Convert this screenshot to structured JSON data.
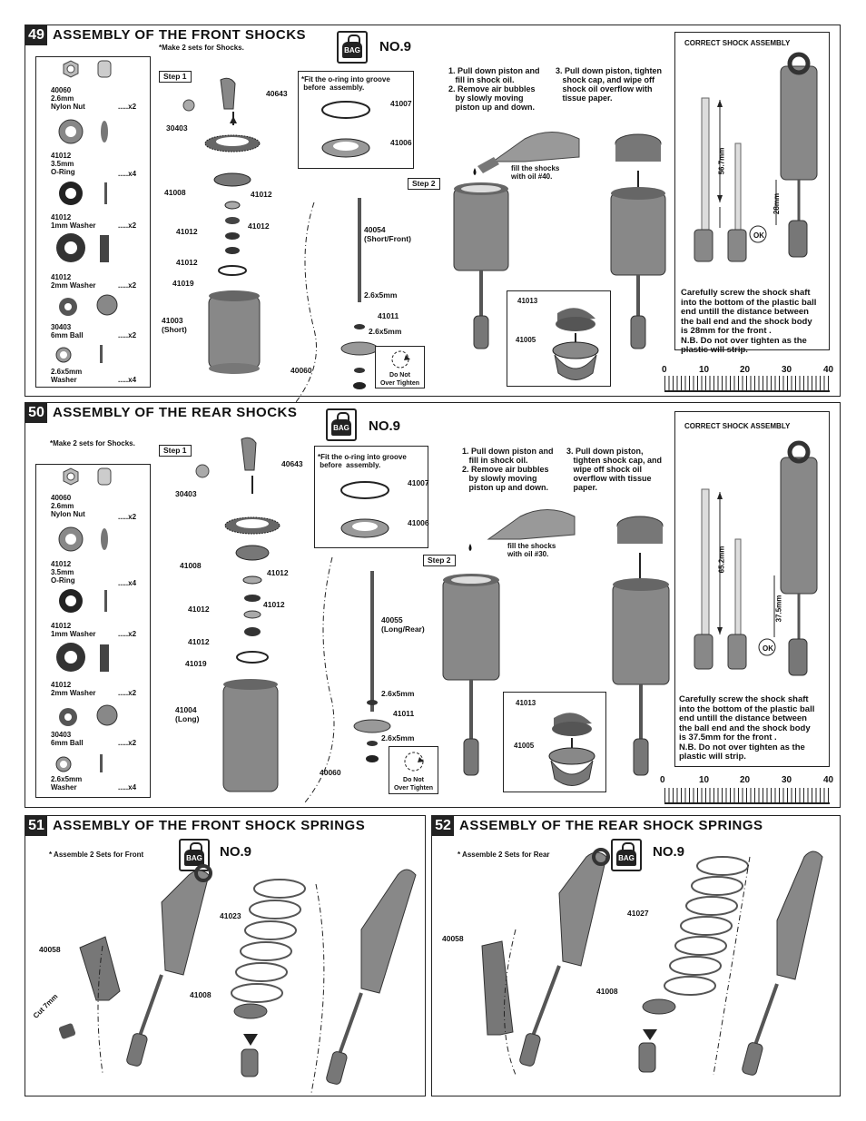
{
  "p49": {
    "num": "49",
    "title": "ASSEMBLY OF THE FRONT SHOCKS",
    "bag": "BAG",
    "no": "NO.9",
    "sets": "*Make 2 sets for Shocks.",
    "parts": [
      {
        "code": "40060",
        "name": "2.6mm\nNylon Nut",
        "qty": ".....x2"
      },
      {
        "code": "41012",
        "name": "3.5mm\nO-Ring",
        "qty": ".....x4"
      },
      {
        "code": "41012",
        "name": "1mm Washer",
        "qty": ".....x2"
      },
      {
        "code": "41012",
        "name": "2mm Washer",
        "qty": ".....x2"
      },
      {
        "code": "30403",
        "name": "6mm Ball",
        "qty": ".....x2"
      },
      {
        "code": "",
        "name": "2.6x5mm\nWasher",
        "qty": ".....x4"
      }
    ],
    "step1": "Step 1",
    "step2": "Step 2",
    "oring_note": "*Fit the o-ring into groove\n before  assembly.",
    "labels": {
      "a": "40643",
      "b": "30403",
      "c": "41008",
      "d": "41012",
      "e": "41012",
      "f": "41012",
      "g": "41012",
      "h": "41019",
      "i": "41003\n(Short)",
      "j": "41007",
      "k": "41006",
      "l": "40054\n(Short/Front)",
      "m": "2.6x5mm",
      "n": "41011",
      "o": "2.6x5mm",
      "p": "40060",
      "q": "41013",
      "r": "41005"
    },
    "dont": "Do Not\nOver Tighten",
    "instr1": "1. Pull down piston and\n   fill in shock oil.\n2. Remove air bubbles\n   by slowly moving\n   piston up and down.",
    "instr2": "3. Pull down piston, tighten\n   shock cap, and wipe off\n   shock oil overflow with\n   tissue paper.",
    "fill": "fill the shocks\nwith oil #40.",
    "correct": "CORRECT SHOCK ASSEMBLY",
    "dim1": "56.7mm",
    "dim2": "28mm",
    "ok": "OK",
    "careful": "Carefully screw the shock shaft\ninto the bottom of the plastic ball\nend untill the distance between\nthe ball end and the shock body\nis 28mm for the front .\nN.B. Do not over tighten as the\nplastic will strip.",
    "ruler": [
      "0",
      "10",
      "20",
      "30",
      "40"
    ]
  },
  "p50": {
    "num": "50",
    "title": "ASSEMBLY OF THE REAR SHOCKS",
    "bag": "BAG",
    "no": "NO.9",
    "sets": "*Make 2 sets for Shocks.",
    "parts": [
      {
        "code": "40060",
        "name": "2.6mm\nNylon Nut",
        "qty": ".....x2"
      },
      {
        "code": "41012",
        "name": "3.5mm\nO-Ring",
        "qty": ".....x4"
      },
      {
        "code": "41012",
        "name": "1mm Washer",
        "qty": ".....x2"
      },
      {
        "code": "41012",
        "name": "2mm Washer",
        "qty": ".....x2"
      },
      {
        "code": "30403",
        "name": "6mm Ball",
        "qty": ".....x2"
      },
      {
        "code": "",
        "name": "2.6x5mm\nWasher",
        "qty": ".....x4"
      }
    ],
    "step1": "Step 1",
    "step2": "Step 2",
    "oring_note": "*Fit the o-ring into groove\n before  assembly.",
    "labels": {
      "a": "40643",
      "b": "30403",
      "c": "41008",
      "d": "41012",
      "e": "41012",
      "f": "41012",
      "g": "41012",
      "h": "41019",
      "i": "41004\n(Long)",
      "j": "41007",
      "k": "41006",
      "l": "40055\n(Long/Rear)",
      "m": "2.6x5mm",
      "n": "41011",
      "o": "2.6x5mm",
      "p": "40060",
      "q": "41013",
      "r": "41005"
    },
    "dont": "Do Not\nOver Tighten",
    "instr1": "1. Pull down piston and\n   fill in shock oil.\n2. Remove air bubbles\n   by slowly moving\n   piston up and down.",
    "instr2": "3. Pull down piston,\n   tighten shock cap, and\n   wipe off shock oil\n   overflow with tissue\n   paper.",
    "fill": "fill the shocks\nwith oil #30.",
    "correct": "CORRECT SHOCK ASSEMBLY",
    "dim1": "65.2mm",
    "dim2": "37.5mm",
    "ok": "OK",
    "careful": "Carefully screw the shock shaft\ninto the bottom of the plastic ball\nend untill the distance between\nthe ball end and the shock body\nis 37.5mm for the front .\nN.B. Do not over tighten as the\nplastic will strip.",
    "ruler": [
      "0",
      "10",
      "20",
      "30",
      "40"
    ]
  },
  "p51": {
    "num": "51",
    "title": "ASSEMBLY OF THE FRONT SHOCK SPRINGS",
    "bag": "BAG",
    "no": "NO.9",
    "sets": "* Assemble 2 Sets for Front",
    "labels": {
      "a": "40058",
      "b": "41023",
      "c": "41008",
      "cut": "Cut 7mm"
    }
  },
  "p52": {
    "num": "52",
    "title": "ASSEMBLY OF THE REAR SHOCK SPRINGS",
    "bag": "BAG",
    "no": "NO.9",
    "sets": "* Assemble 2 Sets for Rear",
    "labels": {
      "a": "40058",
      "b": "41027",
      "c": "41008"
    }
  }
}
